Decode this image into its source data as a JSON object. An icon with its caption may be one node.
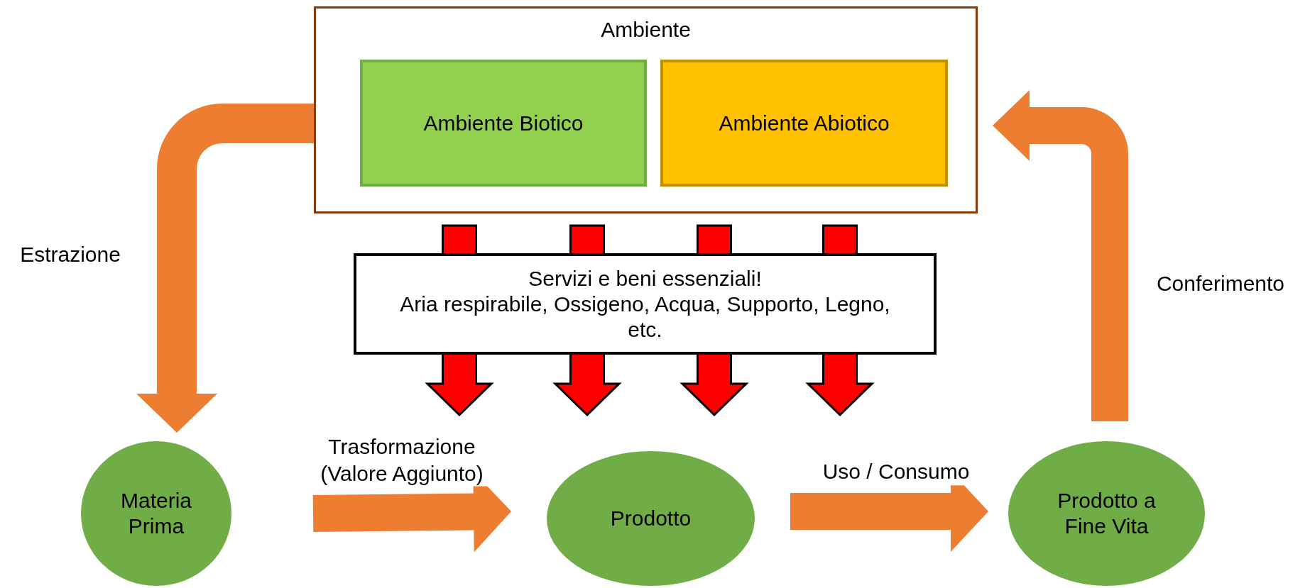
{
  "diagram": {
    "nodes": [
      {
        "text": [
          "Ambiente"
        ]
      },
      {
        "text": [
          "Ambiente Biotico"
        ],
        "in": 0
      },
      {
        "text": [
          "Ambiente Abiotico"
        ],
        "in": 0
      },
      {
        "text": [
          "Servizi e beni essenziali!",
          "Aria respirabile, Ossigeno, Acqua, Supporto, Legno, etc."
        ]
      },
      {
        "text": [
          "Materia Prima"
        ]
      },
      {
        "text": [
          "Prodotto"
        ]
      },
      {
        "text": [
          "Prodotto a Fine Vita"
        ]
      }
    ],
    "edges": [
      {
        "from": 0,
        "to": 4,
        "arrow": "to",
        "label": "Estrazione"
      },
      {
        "from": 4,
        "to": 5,
        "arrow": "to",
        "label": "Trasformazione (Valore Aggiunto)"
      },
      {
        "from": 5,
        "to": 6,
        "arrow": "to",
        "label": "Uso / Consumo"
      },
      {
        "from": 6,
        "to": 0,
        "arrow": "to",
        "label": "Conferimento"
      },
      {
        "from": 0,
        "to": null,
        "arrow": "to",
        "color": "#ff0000"
      },
      {
        "from": 0,
        "to": null,
        "arrow": "to",
        "color": "#ff0000"
      },
      {
        "from": 0,
        "to": null,
        "arrow": "to",
        "color": "#ff0000"
      },
      {
        "from": 0,
        "to": null,
        "arrow": "to",
        "color": "#ff0000"
      }
    ]
  }
}
